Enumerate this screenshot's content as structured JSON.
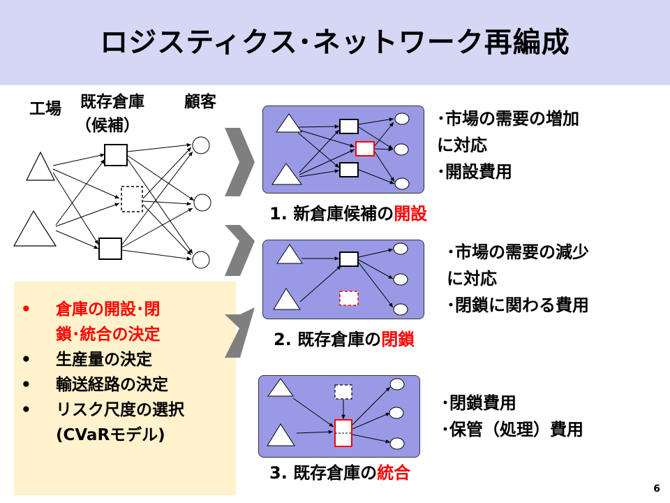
{
  "title": "ロジスティクス･ネットワーク再編成",
  "network": {
    "factory_label": "工場",
    "warehouse_label": "既存倉庫",
    "warehouse_sub": "（候補）",
    "customer_label": "顧客"
  },
  "bullets": [
    {
      "text": "倉庫の開設･閉",
      "marker": "•",
      "highlight": true
    },
    {
      "text": "鎖･統合の決定",
      "marker": "",
      "highlight": true
    },
    {
      "text": "生産量の決定",
      "marker": "•",
      "highlight": false
    },
    {
      "text": "輸送経路の決定",
      "marker": "•",
      "highlight": false
    },
    {
      "text": "リスク尺度の選択",
      "marker": "•",
      "highlight": false
    },
    {
      "text": "(CVaRモデル)",
      "marker": "",
      "highlight": false
    }
  ],
  "scenarios": [
    {
      "number": "1.",
      "caption": "新倉庫候補の",
      "highlight": "開設",
      "notes": [
        "･市場の需要の増加",
        "に対応",
        "･開設費用"
      ]
    },
    {
      "number": "2.",
      "caption": "既存倉庫の",
      "highlight": "閉鎖",
      "notes": [
        "･市場の需要の減少",
        "に対応",
        "･閉鎖に関わる費用"
      ]
    },
    {
      "number": "3.",
      "caption": "既存倉庫の",
      "highlight": "統合",
      "notes": [
        "･閉鎖費用",
        "･保管（処理）費用"
      ]
    }
  ],
  "page_number": "6",
  "colors": {
    "title_bg": "#d6d6f5",
    "panel": "#9999e6",
    "bullet_bg": "#fff2cc",
    "highlight": "#ff0000",
    "arrow": "#7f7f7f"
  }
}
